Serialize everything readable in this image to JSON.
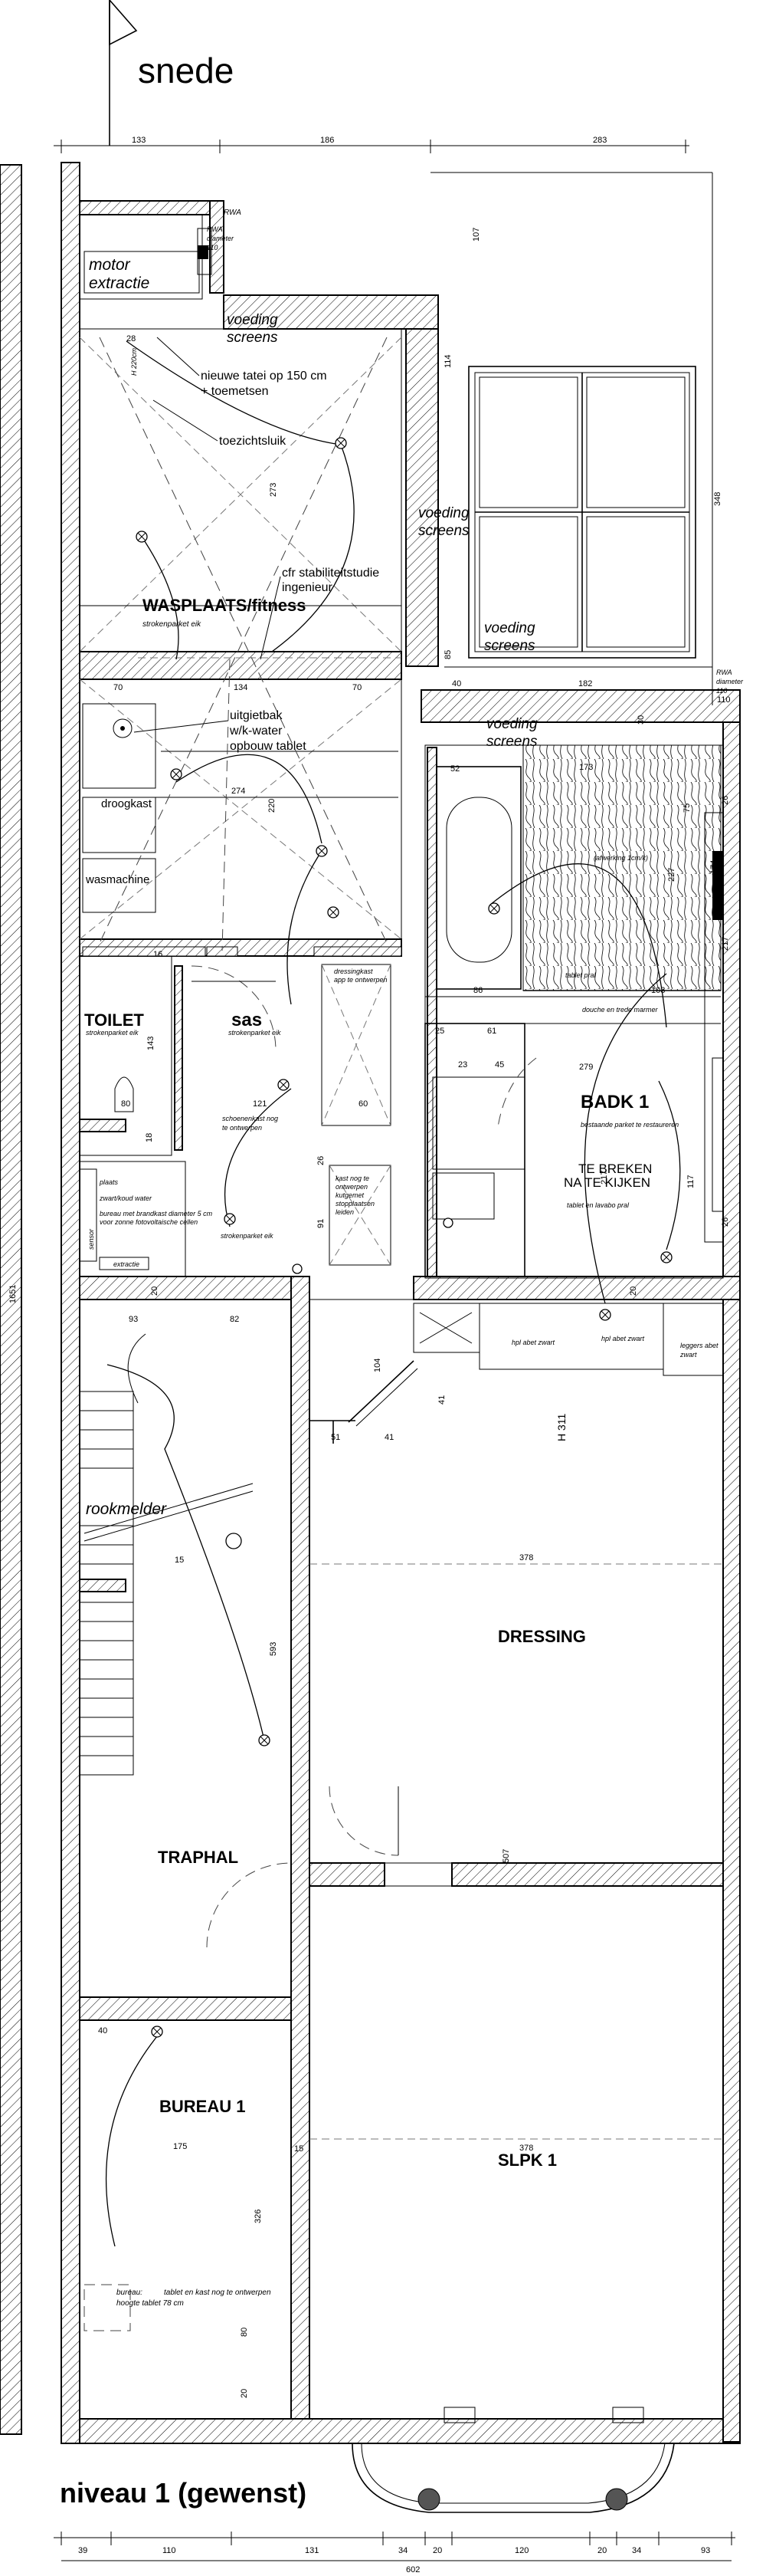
{
  "title": "snede",
  "subtitle": "niveau 1 (gewenst)",
  "rooms": {
    "wasplaats": "WASPLAATS/fitness",
    "toilet": "TOILET",
    "sas": "sas",
    "badk": "BADK 1",
    "dressing": "DRESSING",
    "traphal": "TRAPHAL",
    "bureau": "BUREAU 1",
    "slpk": "SLPK 1"
  },
  "labels": {
    "motor1": "motor",
    "motor2": "extractie",
    "voeding_a1": "voeding",
    "voeding_a2": "screens",
    "voeding_b1": "voeding",
    "voeding_b2": "screens",
    "voeding_c1": "voeding",
    "voeding_c2": "screens",
    "voeding_d1": "voeding",
    "voeding_d2": "screens",
    "tatei1": "nieuwe tatei op 150 cm",
    "tatei2": "+ toemetsen",
    "toezicht": "toezichtsluik",
    "cfr1": "cfr stabiliteitstudie",
    "cfr2": "ingenieur",
    "uitgiet1": "uitgietbak",
    "uitgiet2": "w/k-water",
    "uitgiet3": "opbouw tablet",
    "droogkast": "droogkast",
    "wasmachine": "wasmachine",
    "rookmelder": "rookmelder",
    "breken1": "TE BREKEN",
    "breken2": "NA TE KIJKEN",
    "rwa1": "RWA",
    "rwa2": "RWA",
    "rwa3": "diameter",
    "rwa4": "110",
    "rwa5": "RWA",
    "rwa6": "diameter",
    "rwa7": "110",
    "strokenparket1": "strokenparket eik",
    "strokenparket2": "strokenparket eik",
    "strokenparket3": "strokenparket eik",
    "strokenparket4": "strokenparket eik",
    "dressingkast1": "dressingkast",
    "dressingkast2": "app te ontwerpen",
    "schoenen1": "schoenenkast nog",
    "schoenen2": "te ontwerpen",
    "kast1": "kast nog te",
    "kast2": "ontwerpen",
    "kast3": "kutgemet",
    "kast4": "stopplaatsen",
    "kast5": "leiden",
    "tablet_pral": "tablet pral",
    "douche": "douche en trede marmer",
    "afwerking": "(afwerking 1cm/k)",
    "parket_rest": "bestaande parket te restaureren",
    "tablet_lav": "tablet en lavabo pral",
    "hpl1": "hpl abet zwart",
    "hpl2": "hpl abet zwart",
    "leggers1": "leggers abet",
    "leggers2": "zwart",
    "bureau1": "bureau:",
    "bureau2": "tablet en kast nog te ontwerpen",
    "bureau3": "hoogte tablet 78 cm",
    "loc1": "plaats",
    "loc2": "zwart/koud water",
    "loc3": "bureau met brandkast diameter 5 cm",
    "loc4": "voor zonne fotovoltaische cellen",
    "loc5": "extractie",
    "sensor": "sensor",
    "h311": "H 311",
    "h220": "H 220cm"
  },
  "dimensions": {
    "top": [
      "133",
      "186",
      "283"
    ],
    "wasplaats_h": "273",
    "right_h1": "107",
    "right_h2": "114",
    "right_h3": "85",
    "window_h": "348",
    "row2": [
      "70",
      "134",
      "70"
    ],
    "win_w": "182",
    "win_l": "40",
    "win_r": "110",
    "was_h2": "274",
    "was_h3": "220",
    "total_h": "1651",
    "badk": [
      "173",
      "86",
      "103",
      "279",
      "25",
      "61",
      "23",
      "45"
    ],
    "badk_v": [
      "75",
      "227",
      "26",
      "217",
      "174",
      "26",
      "117",
      "217"
    ],
    "sas_dims": [
      "121",
      "60",
      "143",
      "80",
      "18",
      "91",
      "26"
    ],
    "stair": [
      "93",
      "82",
      "593",
      "15"
    ],
    "dressing": [
      "378",
      "104",
      "41",
      "51",
      "41",
      "507"
    ],
    "bureau": [
      "40",
      "175",
      "326",
      "80",
      "20",
      "15"
    ],
    "slpk": "378",
    "bottom": [
      "39",
      "110",
      "131",
      "34",
      "20",
      "120",
      "20",
      "34",
      "93"
    ],
    "bottom_total": "602",
    "misc": [
      "28",
      "30",
      "52",
      "16",
      "20",
      "20"
    ]
  }
}
